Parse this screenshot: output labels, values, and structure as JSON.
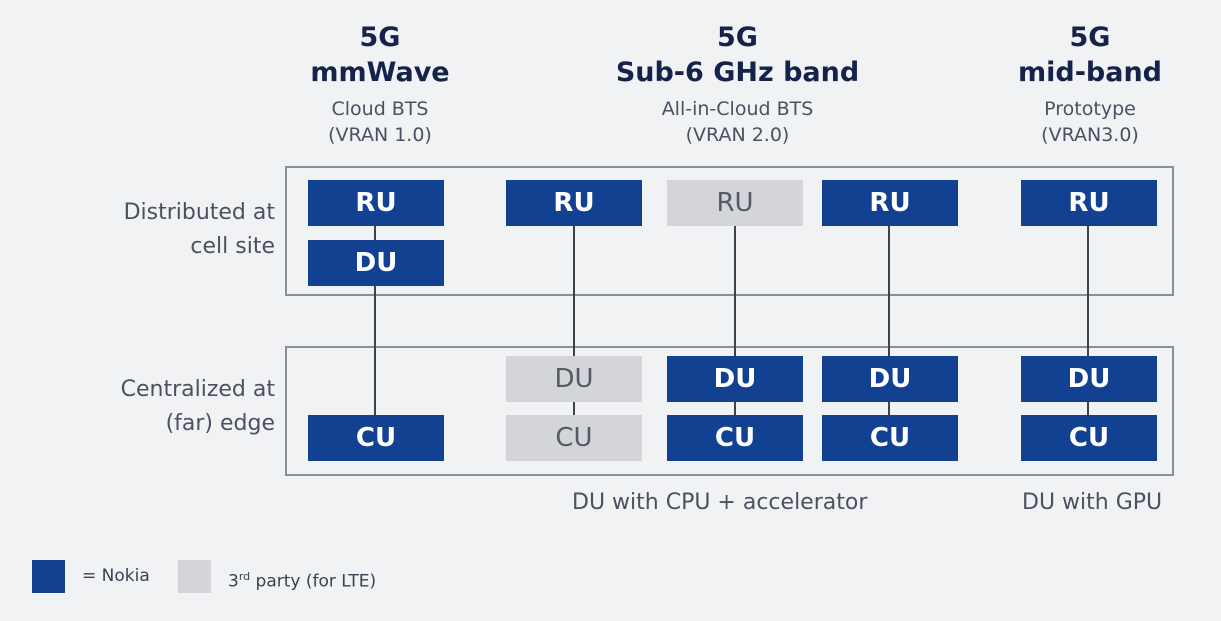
{
  "columns": [
    {
      "title1": "5G",
      "title2": "mmWave",
      "sub1": "Cloud BTS",
      "sub2": "(VRAN 1.0)"
    },
    {
      "title1": "5G",
      "title2": "Sub-6 GHz band",
      "sub1": "All-in-Cloud BTS",
      "sub2": "(VRAN 2.0)"
    },
    {
      "title1": "5G",
      "title2": "mid-band",
      "sub1": "Prototype",
      "sub2": "(VRAN3.0)"
    }
  ],
  "rows": {
    "distributed": {
      "line1": "Distributed at",
      "line2": "cell site"
    },
    "centralized": {
      "line1": "Centralized at",
      "line2": "(far) edge"
    }
  },
  "boxes": {
    "ru": "RU",
    "du": "DU",
    "cu": "CU"
  },
  "captions": {
    "cpu": "DU with CPU + accelerator",
    "gpu": "DU with GPU"
  },
  "legend": {
    "nokia": "= Nokia",
    "third_prefix": "3",
    "third_sup": "rd",
    "third_suffix": " party (for LTE)"
  },
  "colors": {
    "nokia": "#124191",
    "third_party": "#d4d5d8"
  }
}
